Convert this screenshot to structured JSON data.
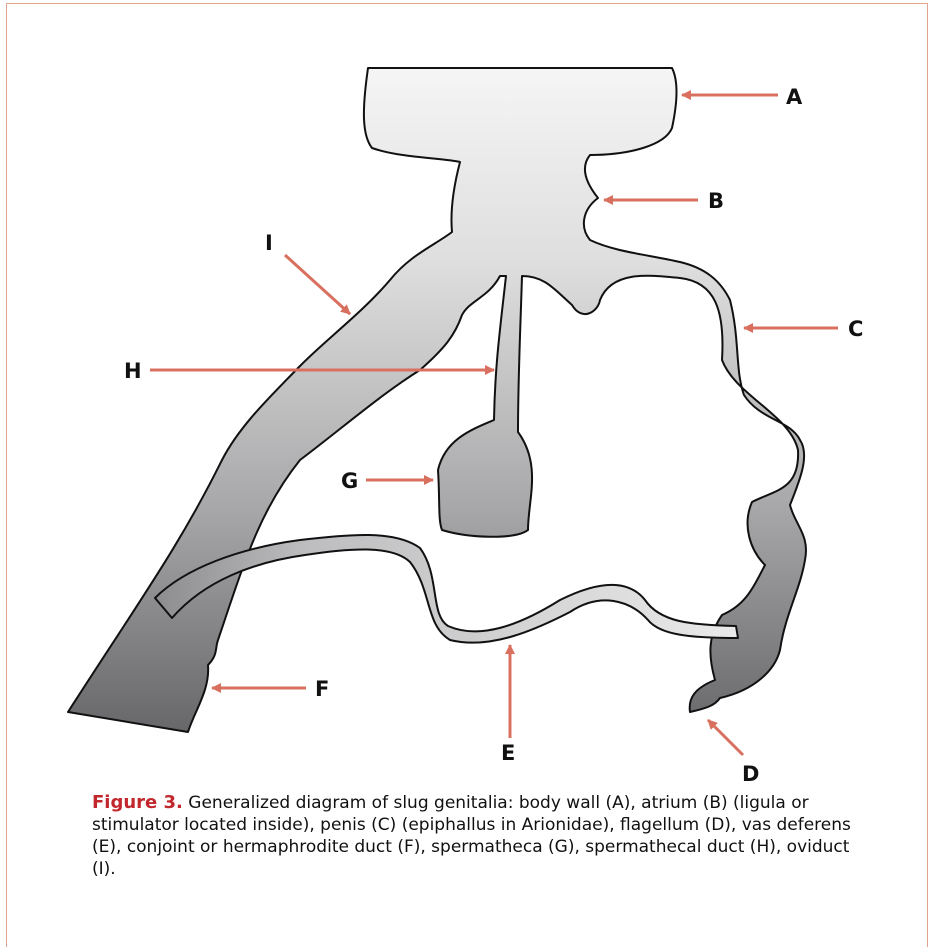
{
  "diagram": {
    "labels": {
      "A": "A",
      "B": "B",
      "C": "C",
      "D": "D",
      "E": "E",
      "F": "F",
      "G": "G",
      "H": "H",
      "I": "I"
    },
    "colors": {
      "arrow": "#d9705f",
      "frame": "#e0a58e",
      "fill_light": "#f3f3f3",
      "fill_dark": "#6b6b6e",
      "caption_heading": "#c2272d"
    }
  },
  "caption": {
    "figure_label": "Figure 3.",
    "text": "Generalized diagram of slug genitalia: body wall (A), atrium (B) (ligula or stimulator located inside), penis (C) (epiphallus in Arionidae), flagellum (D), vas deferens (E), conjoint or hermaphrodite duct (F), spermatheca (G), spermathecal duct (H), oviduct (I)."
  }
}
